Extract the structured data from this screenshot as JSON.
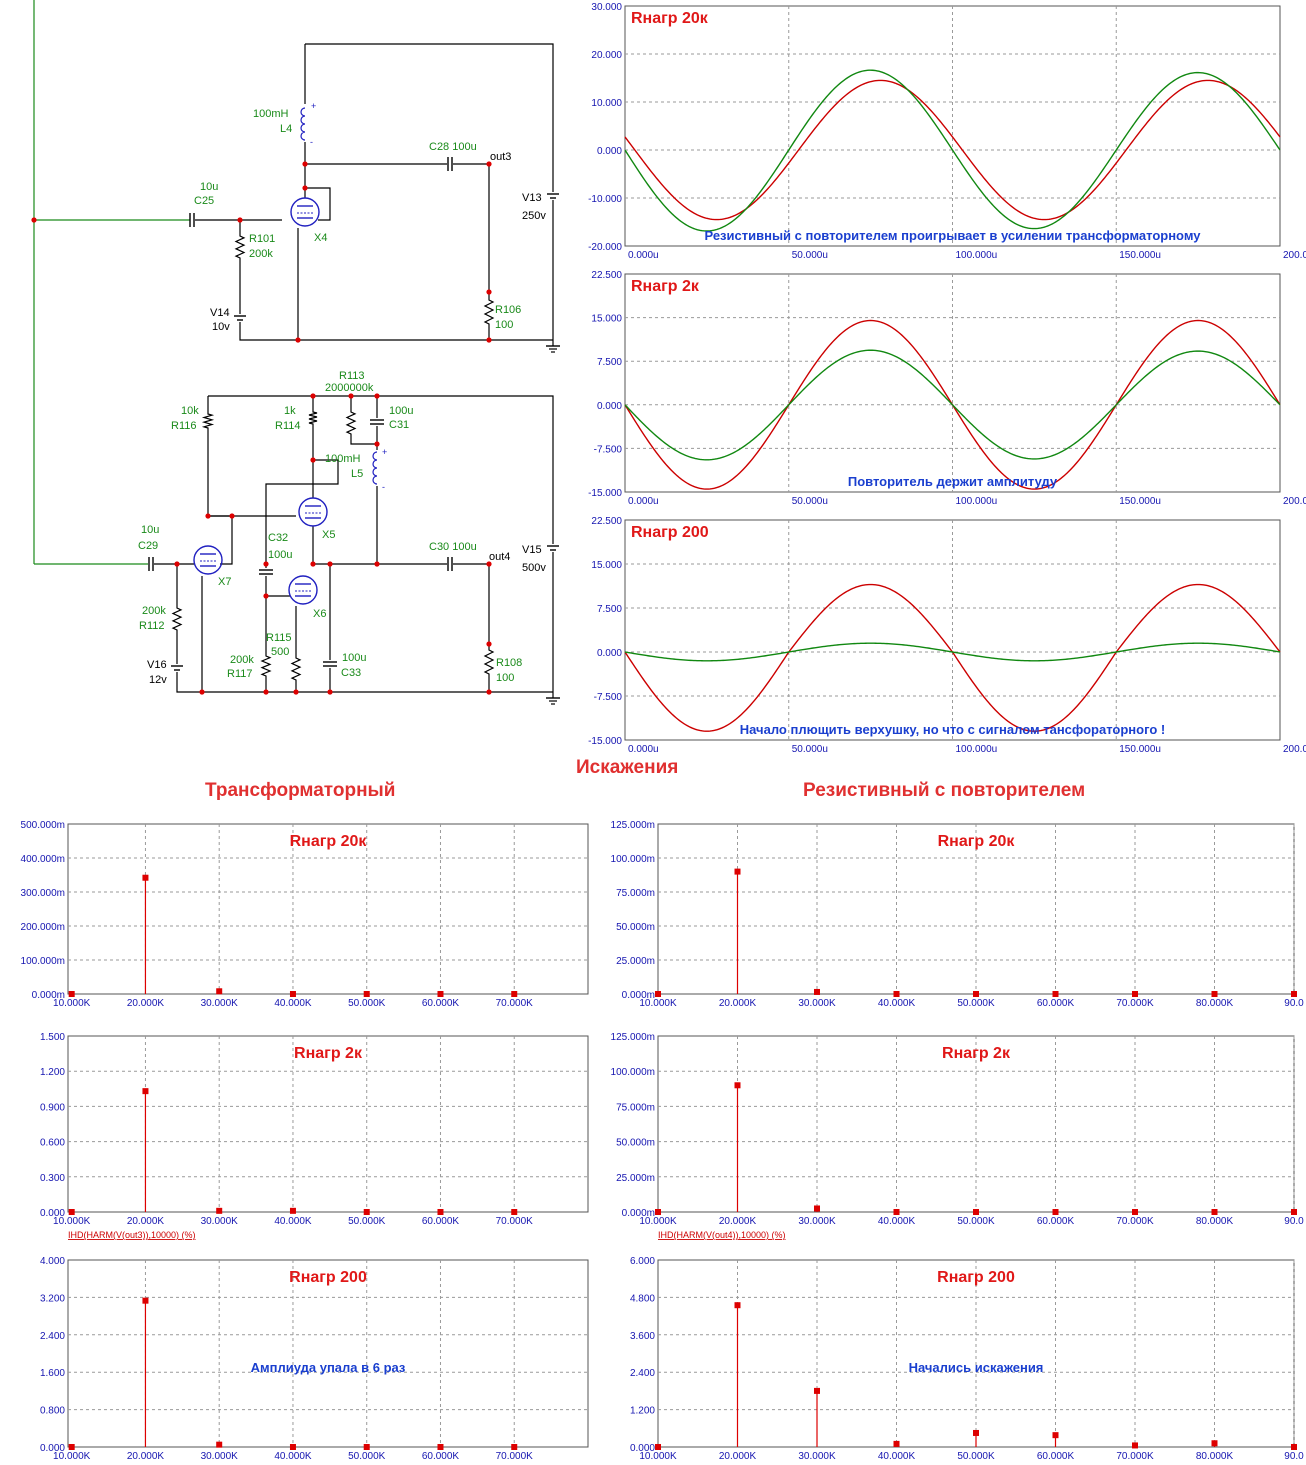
{
  "colors": {
    "schematic_wire": "#000000",
    "schematic_input_wire": "#1a8a1a",
    "component_label": "#1a8a1a",
    "tube": "#2020c0",
    "node_dot": "#dd0000",
    "axis_tick_label": "#1515b0",
    "grid": "#9a9a9a",
    "chart_title": "#e01818",
    "annotation": "#1a3fcf",
    "trace_red": "#cc0000",
    "trace_green": "#118811",
    "harmonic": "#dd0000",
    "section_title": "#e03030"
  },
  "schematic": {
    "labels": [
      {
        "id": "L4-val",
        "text": "100mH"
      },
      {
        "id": "L4",
        "text": "L4"
      },
      {
        "id": "C25-val",
        "text": "10u"
      },
      {
        "id": "C25",
        "text": "C25"
      },
      {
        "id": "C28",
        "text": "C28 100u"
      },
      {
        "id": "out3",
        "text": "out3"
      },
      {
        "id": "R101",
        "text": "R101"
      },
      {
        "id": "R101-val",
        "text": "200k"
      },
      {
        "id": "X4",
        "text": "X4"
      },
      {
        "id": "V13",
        "text": "V13"
      },
      {
        "id": "V13-val",
        "text": "250v"
      },
      {
        "id": "V14",
        "text": "V14"
      },
      {
        "id": "V14-val",
        "text": "10v"
      },
      {
        "id": "R106",
        "text": "R106"
      },
      {
        "id": "R106-val",
        "text": "100"
      },
      {
        "id": "R113",
        "text": "R113"
      },
      {
        "id": "R113-val",
        "text": "2000000k"
      },
      {
        "id": "R116-val",
        "text": "10k"
      },
      {
        "id": "R116",
        "text": "R116"
      },
      {
        "id": "R114-val",
        "text": "1k"
      },
      {
        "id": "R114",
        "text": "R114"
      },
      {
        "id": "C31-val",
        "text": "100u"
      },
      {
        "id": "C31",
        "text": "C31"
      },
      {
        "id": "L5-val",
        "text": "100mH"
      },
      {
        "id": "L5",
        "text": "L5"
      },
      {
        "id": "X5",
        "text": "X5"
      },
      {
        "id": "C32",
        "text": "C32"
      },
      {
        "id": "C32-val",
        "text": "100u"
      },
      {
        "id": "C29-val",
        "text": "10u"
      },
      {
        "id": "C29",
        "text": "C29"
      },
      {
        "id": "X7",
        "text": "X7"
      },
      {
        "id": "C30",
        "text": "C30 100u"
      },
      {
        "id": "out4",
        "text": "out4"
      },
      {
        "id": "V15",
        "text": "V15"
      },
      {
        "id": "V15-val",
        "text": "500v"
      },
      {
        "id": "X6",
        "text": "X6"
      },
      {
        "id": "R112-val",
        "text": "200k"
      },
      {
        "id": "R112",
        "text": "R112"
      },
      {
        "id": "R115",
        "text": "R115"
      },
      {
        "id": "R115-val",
        "text": "500"
      },
      {
        "id": "R117-val",
        "text": "200k"
      },
      {
        "id": "R117",
        "text": "R117"
      },
      {
        "id": "C33-val",
        "text": "100u"
      },
      {
        "id": "C33",
        "text": "C33"
      },
      {
        "id": "V16",
        "text": "V16"
      },
      {
        "id": "V16-val",
        "text": "12v"
      },
      {
        "id": "R108",
        "text": "R108"
      },
      {
        "id": "R108-val",
        "text": "100"
      }
    ]
  },
  "titles": {
    "distortion": "Искажения",
    "transformer": "Трансформаторный",
    "resistive": "Резистивный с повторителем"
  },
  "chart_data": [
    {
      "id": "wave-20k",
      "type": "line",
      "title": "Rнагр 20к",
      "annotation": "Резистивный с повторителем проигрывает в усилении трансформаторному",
      "x_ticks": [
        "0.000u",
        "50.000u",
        "100.000u",
        "150.000u",
        "200.0"
      ],
      "y_ticks": [
        "30.000",
        "20.000",
        "10.000",
        "0.000",
        "-10.000",
        "-20.000"
      ],
      "xlim": [
        0,
        200
      ],
      "ylim": [
        -20,
        30
      ],
      "grid": true,
      "series": [
        {
          "color": "red",
          "amplitude": 14.5,
          "period": 100,
          "phase": 0.03,
          "x_start": 0,
          "x_end": 200
        },
        {
          "color": "green",
          "amplitude": 17.0,
          "amplitude_end": 16.0,
          "period": 100,
          "phase": 0.0,
          "x_start": 0,
          "x_end": 200
        }
      ]
    },
    {
      "id": "wave-2k",
      "type": "line",
      "title": "Rнагр  2к",
      "annotation": "Повторитель держит амплитуду",
      "x_ticks": [
        "0.000u",
        "50.000u",
        "100.000u",
        "150.000u",
        "200.0"
      ],
      "y_ticks": [
        "22.500",
        "15.000",
        "7.500",
        "0.000",
        "-7.500",
        "-15.000"
      ],
      "xlim": [
        0,
        200
      ],
      "ylim": [
        -15,
        22.5
      ],
      "grid": true,
      "series": [
        {
          "color": "red",
          "amplitude": 14.5,
          "period": 100,
          "phase": 0.0,
          "x_start": 0,
          "x_end": 200
        },
        {
          "color": "green",
          "amplitude": 9.5,
          "amplitude_end": 9.2,
          "period": 100,
          "phase": 0.0,
          "x_start": 0,
          "x_end": 200
        }
      ]
    },
    {
      "id": "wave-200",
      "type": "line",
      "title": "Rнагр 200",
      "annotation": "Начало плющить верхушку, но что с сигналом тансфораторного !",
      "x_ticks": [
        "0.000u",
        "50.000u",
        "100.000u",
        "150.000u",
        "200.0"
      ],
      "y_ticks": [
        "22.500",
        "15.000",
        "7.500",
        "0.000",
        "-7.500",
        "-15.000"
      ],
      "xlim": [
        0,
        200
      ],
      "ylim": [
        -15,
        22.5
      ],
      "grid": true,
      "series": [
        {
          "color": "red",
          "amplitude": 11.5,
          "amplitude_neg": 13.5,
          "period": 100,
          "phase": 0.0,
          "x_start": 0,
          "x_end": 200
        },
        {
          "color": "green",
          "amplitude": 1.5,
          "period": 100,
          "phase": 0.0,
          "x_start": 0,
          "x_end": 200
        }
      ]
    },
    {
      "id": "harm-tr-20k",
      "type": "bar",
      "title": "Rнагр 20к",
      "annotation": "",
      "footer": "",
      "x_ticks": [
        "10.000K",
        "20.000K",
        "30.000K",
        "40.000K",
        "50.000K",
        "60.000K",
        "70.000K"
      ],
      "y_ticks": [
        "500.000m",
        "400.000m",
        "300.000m",
        "200.000m",
        "100.000m",
        "0.000m"
      ],
      "xlim": [
        9.5,
        80
      ],
      "ylim": [
        0,
        500
      ],
      "grid": true,
      "points": [
        {
          "x": 10,
          "y": 0
        },
        {
          "x": 20,
          "y": 342
        },
        {
          "x": 30,
          "y": 8
        },
        {
          "x": 40,
          "y": 0
        },
        {
          "x": 50,
          "y": 0
        },
        {
          "x": 60,
          "y": 0
        },
        {
          "x": 70,
          "y": 0
        }
      ]
    },
    {
      "id": "harm-rp-20k",
      "type": "bar",
      "title": "Rнагр 20к",
      "annotation": "",
      "footer": "",
      "x_ticks": [
        "10.000K",
        "20.000K",
        "30.000K",
        "40.000K",
        "50.000K",
        "60.000K",
        "70.000K",
        "80.000K",
        "90.0"
      ],
      "y_ticks": [
        "125.000m",
        "100.000m",
        "75.000m",
        "50.000m",
        "25.000m",
        "0.000m"
      ],
      "xlim": [
        10,
        90
      ],
      "ylim": [
        0,
        125
      ],
      "grid": true,
      "points": [
        {
          "x": 10,
          "y": 0
        },
        {
          "x": 20,
          "y": 90
        },
        {
          "x": 30,
          "y": 1.5
        },
        {
          "x": 40,
          "y": 0
        },
        {
          "x": 50,
          "y": 0
        },
        {
          "x": 60,
          "y": 0
        },
        {
          "x": 70,
          "y": 0
        },
        {
          "x": 80,
          "y": 0
        },
        {
          "x": 90,
          "y": 0
        }
      ]
    },
    {
      "id": "harm-tr-2k",
      "type": "bar",
      "title": "Rнагр  2к",
      "annotation": "",
      "footer": "IHD(HARM(V(out3)),10000) (%)",
      "x_ticks": [
        "10.000K",
        "20.000K",
        "30.000K",
        "40.000K",
        "50.000K",
        "60.000K",
        "70.000K"
      ],
      "y_ticks": [
        "1.500",
        "1.200",
        "0.900",
        "0.600",
        "0.300",
        "0.000"
      ],
      "xlim": [
        9.5,
        80
      ],
      "ylim": [
        0,
        1.5
      ],
      "grid": true,
      "points": [
        {
          "x": 10,
          "y": 0
        },
        {
          "x": 20,
          "y": 1.03
        },
        {
          "x": 30,
          "y": 0.01
        },
        {
          "x": 40,
          "y": 0.01
        },
        {
          "x": 50,
          "y": 0
        },
        {
          "x": 60,
          "y": 0
        },
        {
          "x": 70,
          "y": 0
        }
      ]
    },
    {
      "id": "harm-rp-2k",
      "type": "bar",
      "title": "Rнагр  2к",
      "annotation": "",
      "footer": "IHD(HARM(V(out4)),10000) (%)",
      "x_ticks": [
        "10.000K",
        "20.000K",
        "30.000K",
        "40.000K",
        "50.000K",
        "60.000K",
        "70.000K",
        "80.000K",
        "90.0"
      ],
      "y_ticks": [
        "125.000m",
        "100.000m",
        "75.000m",
        "50.000m",
        "25.000m",
        "0.000m"
      ],
      "xlim": [
        10,
        90
      ],
      "ylim": [
        0,
        125
      ],
      "grid": true,
      "points": [
        {
          "x": 10,
          "y": 0
        },
        {
          "x": 20,
          "y": 90
        },
        {
          "x": 30,
          "y": 2.5
        },
        {
          "x": 40,
          "y": 0
        },
        {
          "x": 50,
          "y": 0
        },
        {
          "x": 60,
          "y": 0
        },
        {
          "x": 70,
          "y": 0
        },
        {
          "x": 80,
          "y": 0
        },
        {
          "x": 90,
          "y": 0
        }
      ]
    },
    {
      "id": "harm-tr-200",
      "type": "bar",
      "title": "Rнагр 200",
      "annotation": "Амплиуда упала в 6 раз",
      "footer": "",
      "x_ticks": [
        "10.000K",
        "20.000K",
        "30.000K",
        "40.000K",
        "50.000K",
        "60.000K",
        "70.000K"
      ],
      "y_ticks": [
        "4.000",
        "3.200",
        "2.400",
        "1.600",
        "0.800",
        "0.000"
      ],
      "xlim": [
        9.5,
        80
      ],
      "ylim": [
        0,
        4
      ],
      "grid": true,
      "points": [
        {
          "x": 10,
          "y": 0
        },
        {
          "x": 20,
          "y": 3.13
        },
        {
          "x": 30,
          "y": 0.05
        },
        {
          "x": 40,
          "y": 0
        },
        {
          "x": 50,
          "y": 0
        },
        {
          "x": 60,
          "y": 0
        },
        {
          "x": 70,
          "y": 0
        }
      ]
    },
    {
      "id": "harm-rp-200",
      "type": "bar",
      "title": "Rнагр 200",
      "annotation": "Начались искажения",
      "footer": "",
      "x_ticks": [
        "10.000K",
        "20.000K",
        "30.000K",
        "40.000K",
        "50.000K",
        "60.000K",
        "70.000K",
        "80.000K",
        "90.0"
      ],
      "y_ticks": [
        "6.000",
        "4.800",
        "3.600",
        "2.400",
        "1.200",
        "0.000"
      ],
      "xlim": [
        10,
        90
      ],
      "ylim": [
        0,
        6
      ],
      "grid": true,
      "points": [
        {
          "x": 10,
          "y": 0
        },
        {
          "x": 20,
          "y": 4.55
        },
        {
          "x": 30,
          "y": 1.8
        },
        {
          "x": 40,
          "y": 0.1
        },
        {
          "x": 50,
          "y": 0.45
        },
        {
          "x": 60,
          "y": 0.38
        },
        {
          "x": 70,
          "y": 0.05
        },
        {
          "x": 80,
          "y": 0.12
        },
        {
          "x": 90,
          "y": 0
        }
      ]
    }
  ]
}
